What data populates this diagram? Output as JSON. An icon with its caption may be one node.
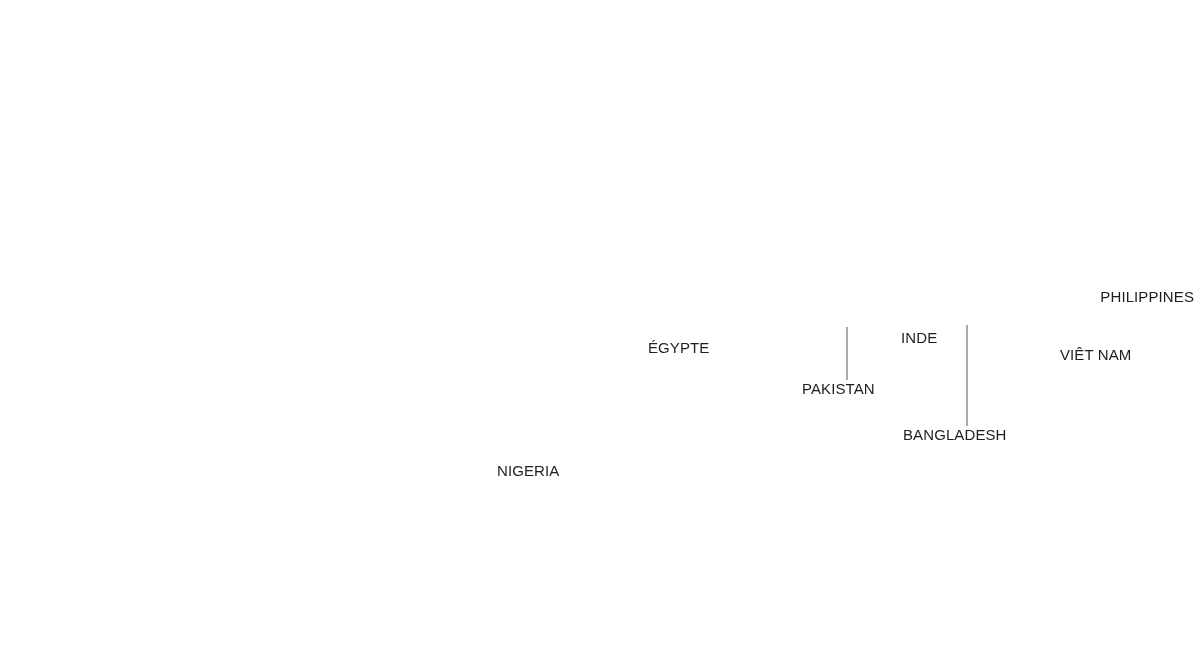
{
  "diagram": {
    "nodes": [
      {
        "text": [
          "PAKISTAN"
        ]
      },
      {
        "text": [
          "BANGLADESH"
        ]
      }
    ],
    "edges": [
      {
        "from": 0,
        "to": null,
        "arrow": "none"
      },
      {
        "from": 1,
        "to": null,
        "arrow": "none"
      }
    ],
    "labels": [
      "PHILIPPINES",
      "INDE",
      "ÉGYPTE",
      "VIÊT NAM",
      "NIGERIA"
    ]
  }
}
